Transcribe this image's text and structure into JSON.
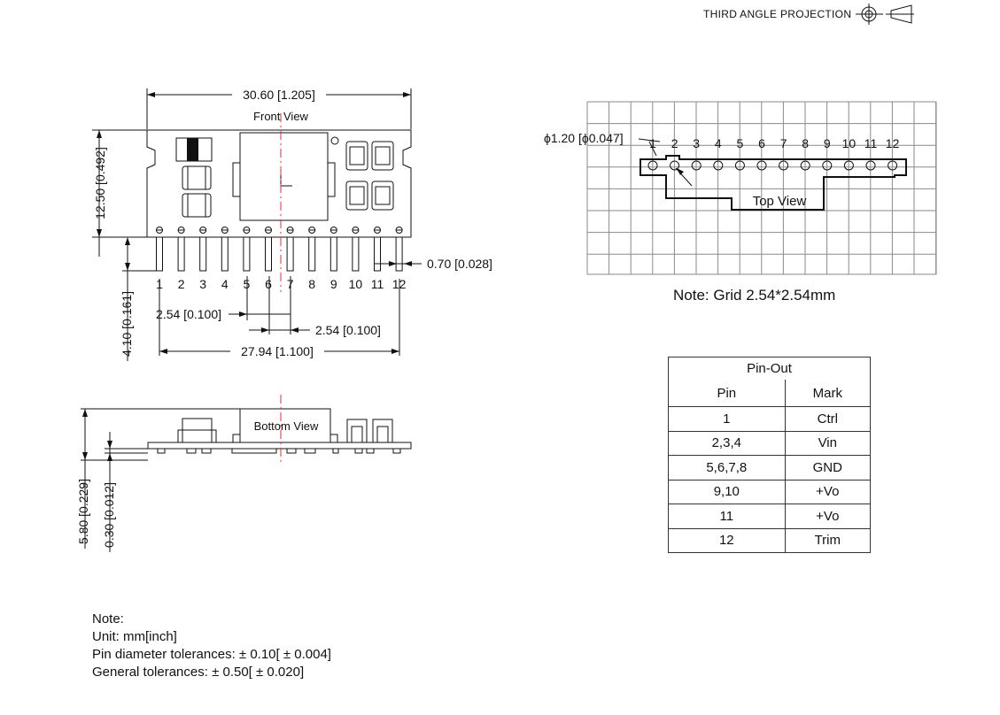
{
  "projection": {
    "label": "THIRD ANGLE PROJECTION",
    "icon": "third-angle-projection-icon"
  },
  "front_view": {
    "title": "Front View",
    "dim_width": "30.60 [1.205]",
    "dim_height": "12.50 [0.492]",
    "dim_pin_length": "4.10 [0.161]",
    "dim_pin_diameter": "0.70 [0.028]",
    "dim_pitch_a": "2.54 [0.100]",
    "dim_pitch_b": "2.54 [0.100]",
    "dim_span": "27.94 [1.100]",
    "pin_numbers": [
      "1",
      "2",
      "3",
      "4",
      "5",
      "6",
      "7",
      "8",
      "9",
      "10",
      "11",
      "12"
    ]
  },
  "bottom_view": {
    "title": "Bottom View",
    "dim_total_height": "5.80 [0.229]",
    "dim_board_thickness": "0.30 [0.012]"
  },
  "top_view": {
    "title": "Top View",
    "dim_hole": "ϕ1.20 [ϕ0.047]",
    "pin_numbers": [
      "1",
      "2",
      "3",
      "4",
      "5",
      "6",
      "7",
      "8",
      "9",
      "10",
      "11",
      "12"
    ],
    "grid_note": "Note: Grid 2.54*2.54mm"
  },
  "pinout": {
    "title": "Pin-Out",
    "col_pin": "Pin",
    "col_mark": "Mark",
    "rows": [
      {
        "pin": "1",
        "mark": "Ctrl"
      },
      {
        "pin": "2,3,4",
        "mark": "Vin"
      },
      {
        "pin": "5,6,7,8",
        "mark": "GND"
      },
      {
        "pin": "9,10",
        "mark": "+Vo"
      },
      {
        "pin": "11",
        "mark": "+Vo"
      },
      {
        "pin": "12",
        "mark": "Trim"
      }
    ]
  },
  "notes": {
    "heading": "Note:",
    "unit": "Unit: mm[inch]",
    "pin_tol": "Pin diameter tolerances:  ± 0.10[ ± 0.004]",
    "gen_tol": "General tolerances:  ± 0.50[ ± 0.020]"
  },
  "colors": {
    "ink": "#111111",
    "grid": "#8a8a8a",
    "centerline": "#e03030"
  }
}
